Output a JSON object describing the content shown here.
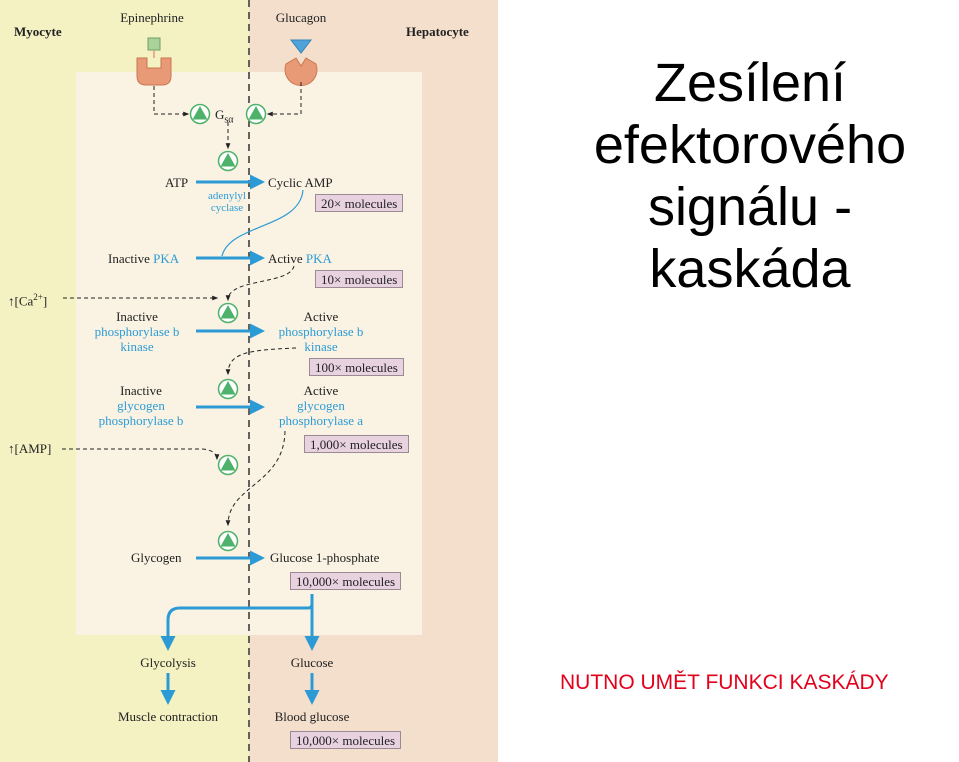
{
  "diagram": {
    "cells": {
      "left": "Myocyte",
      "right": "Hepatocyte"
    },
    "hormones": {
      "left": "Epinephrine",
      "right": "Glucagon"
    },
    "g_protein": {
      "main": "G",
      "sub": "sα"
    },
    "step1": {
      "left": "ATP",
      "enzyme_line1": "adenylyl",
      "enzyme_line2": "cyclase",
      "right": "Cyclic AMP",
      "amount": "20× molecules"
    },
    "step2": {
      "left_pre": "Inactive ",
      "left_em": "PKA",
      "right_pre": "Active ",
      "right_em": "PKA",
      "amount": "10× molecules"
    },
    "calcium": {
      "arrow": "↑",
      "text": "[Ca",
      "sup": "2+",
      "close": "]"
    },
    "step3": {
      "left_line1": "Inactive",
      "left_line2": "phosphorylase b",
      "left_line3": "kinase",
      "right_line1": "Active",
      "right_line2": "phosphorylase b",
      "right_line3": "kinase",
      "amount": "100× molecules"
    },
    "step4": {
      "left_line1": "Inactive",
      "left_line2": "glycogen",
      "left_line3": "phosphorylase b",
      "right_line1": "Active",
      "right_line2": "glycogen",
      "right_line3": "phosphorylase a",
      "amount": "1,000× molecules"
    },
    "amp": {
      "arrow": "↑",
      "text": "[AMP]"
    },
    "step5": {
      "left": "Glycogen",
      "right": "Glucose 1-phosphate",
      "amount": "10,000× molecules"
    },
    "outputs": {
      "glycolysis": "Glycolysis",
      "muscle": "Muscle contraction",
      "glucose": "Glucose",
      "blood": "Blood glucose",
      "blood_amount": "10,000× molecules"
    }
  },
  "title": {
    "line1": "Zesílení",
    "line2": "efektorového",
    "line3": "signálu -",
    "line4": "kaskáda"
  },
  "note": "NUTNO UMĚT FUNKCI KASKÁDY",
  "colors": {
    "myocyte_bg": "#f4f1c3",
    "hepatocyte_bg": "#f3dfcb",
    "cascade_bg": "#faf3e3",
    "arrow_blue": "#2c9bd5",
    "enzyme_green": "#4fb26a",
    "molecule_box": "#e8d2e0",
    "note_red": "#e3001b"
  }
}
